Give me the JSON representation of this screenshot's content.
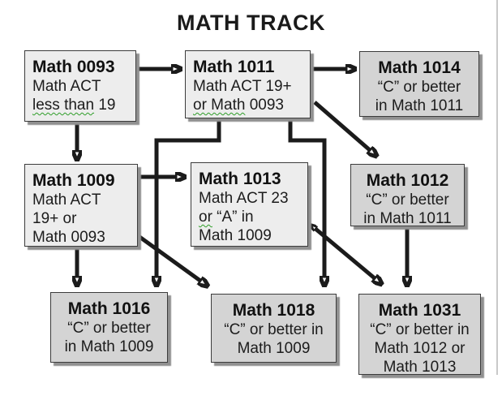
{
  "title": "MATH TRACK",
  "colors": {
    "box_light": "#ededed",
    "box_dark": "#d4d4d4",
    "box_border": "#3c3c3c",
    "box_shadow": "#909090",
    "arrow": "#1b1b1b",
    "squiggle": "#2e9e28",
    "page_edge_line": "#c9c9c9"
  },
  "nodes": {
    "math0093": {
      "title": "Math 0093",
      "line1": "Math ACT",
      "line2_squiggle": "less than",
      "line2_rest": " 19"
    },
    "math1011": {
      "title": "Math 1011",
      "line1": "Math ACT 19+",
      "line2_squiggle": "or Math",
      "line2_rest": " 0093"
    },
    "math1014": {
      "title": "Math 1014",
      "line1": "“C” or better",
      "line2": "in Math 1011"
    },
    "math1009": {
      "title": "Math 1009",
      "line1": "Math ACT",
      "line2": "19+ or",
      "line3": "Math 0093"
    },
    "math1013": {
      "title": "Math 1013",
      "line1": "Math ACT 23",
      "line2_squiggle": "or",
      "line2_rest": " “A” in",
      "line3": "Math 1009"
    },
    "math1012": {
      "title": "Math 1012",
      "line1": "“C” or better",
      "line2": "in Math 1011"
    },
    "math1016": {
      "title": "Math 1016",
      "line1": "“C” or better",
      "line2": "in Math 1009"
    },
    "math1018": {
      "title": "Math 1018",
      "line1": "“C” or better in",
      "line2": "Math 1009"
    },
    "math1031": {
      "title": "Math 1031",
      "line1": "“C” or better in",
      "line2": "Math 1012 or",
      "line3": "Math 1013"
    }
  },
  "edges": [
    "Math 0093 to Math 1011",
    "Math 0093 to Math 1009",
    "Math 1011 to Math 1014",
    "Math 1011 to Math 1012",
    "Math 1011 to Math 1016",
    "Math 1011 to Math 1018",
    "Math 1009 to Math 1013",
    "Math 1009 to Math 1016",
    "Math 1009 to Math 1018",
    "Math 1013 to Math 1031 (double-headed)",
    "Math 1012 to Math 1031"
  ]
}
